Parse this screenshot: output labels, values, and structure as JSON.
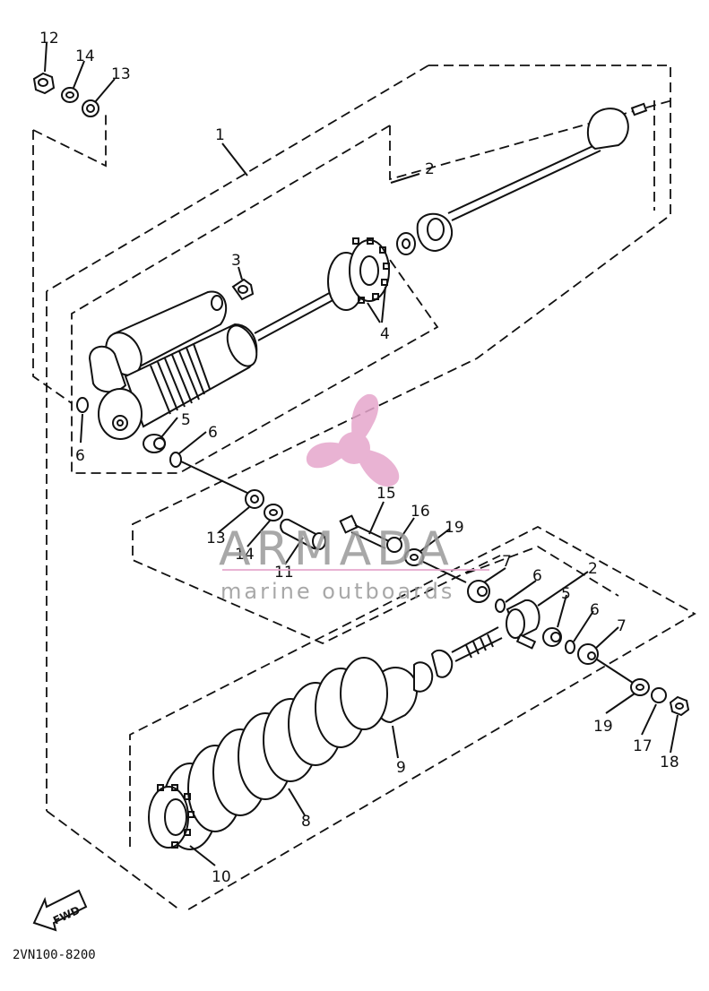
{
  "diagram": {
    "part_labels": {
      "l1": "1",
      "l2a": "2",
      "l3": "3",
      "l4": "4",
      "l5a": "5",
      "l6a": "6",
      "l6b": "6",
      "l12": "12",
      "l14a": "14",
      "l13a": "13",
      "l13b": "13",
      "l14b": "14",
      "l11": "11",
      "l15": "15",
      "l16": "16",
      "l19a": "19",
      "l7a": "7",
      "l6c": "6",
      "l2b": "2",
      "l5b": "5",
      "l6d": "6",
      "l7b": "7",
      "l9": "9",
      "l8": "8",
      "l10": "10",
      "l19b": "19",
      "l17": "17",
      "l18": "18"
    },
    "direction_marker": "FWD",
    "diagram_code": "2VN100-8200"
  },
  "watermark": {
    "brand": "ARMADA",
    "tagline": "marine outboards",
    "logo_color": "#e6a6cc",
    "text_color": "#9a9a9a"
  }
}
